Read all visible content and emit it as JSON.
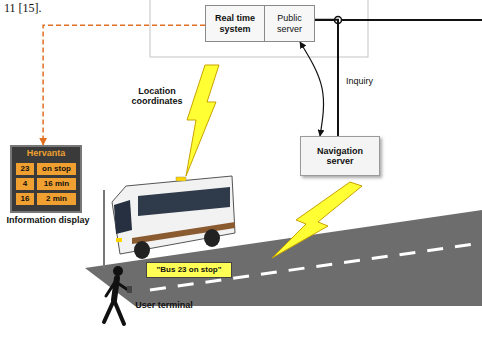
{
  "diagram": {
    "nodes": [
      {
        "text": [
          "Real time system"
        ]
      },
      {
        "text": [
          "Public server"
        ]
      },
      {
        "text": [
          "Navigation server"
        ]
      },
      {
        "text": [
          "Hervanta",
          "Information display"
        ]
      },
      {
        "text": [
          "\"Bus 23 on stop\""
        ]
      }
    ],
    "edges": [
      {
        "from": 1,
        "to": 2,
        "arrow": "none"
      },
      {
        "from": 1,
        "to": 2,
        "label": "Inquiry",
        "arrow": "both"
      },
      {
        "from": 0,
        "to": 3,
        "arrow": "to"
      }
    ],
    "labels": [
      "11 [15].",
      "Location coordinates",
      "23",
      "on stop",
      "4",
      "16 min",
      "16",
      "2 min",
      "User terminal"
    ]
  }
}
